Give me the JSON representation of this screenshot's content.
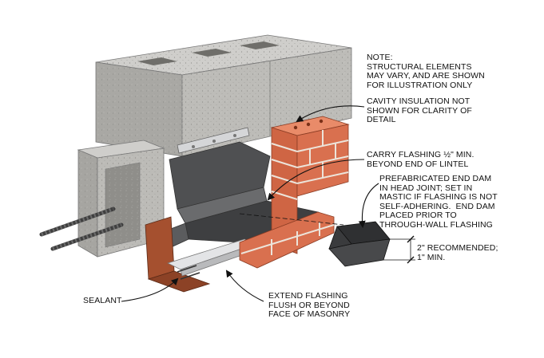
{
  "notes": {
    "structural": "NOTE:\nSTRUCTURAL ELEMENTS\nMAY VARY, AND ARE SHOWN\nFOR ILLUSTRATION ONLY",
    "cavity_insulation": "CAVITY INSULATION NOT\nSHOWN FOR CLARITY OF\nDETAIL",
    "carry_flashing": "CARRY FLASHING ½\" MIN.\nBEYOND END OF LINTEL",
    "end_dam": "PREFABRICATED END DAM\nIN HEAD JOINT; SET IN\nMASTIC IF FLASHING IS NOT\nSELF-ADHERING.  END DAM\nPLACED PRIOR TO\nTHROUGH-WALL FLASHING",
    "dimension": "2\" RECOMMENDED;\n1\" MIN.",
    "sealant": "SEALANT",
    "extend_flashing": "EXTEND FLASHING\nFLUSH OR BEYOND\nFACE OF MASONRY"
  },
  "colors": {
    "concrete_block": "#b9b8b4",
    "brick": "#d9704f",
    "mortar": "#e9e2d8",
    "flashing_dark": "#5c5d5f",
    "steel_angle": "#a5502f",
    "drip_edge": "#d4d5d7",
    "end_dam": "#3d3d3f",
    "line": "#111111"
  }
}
